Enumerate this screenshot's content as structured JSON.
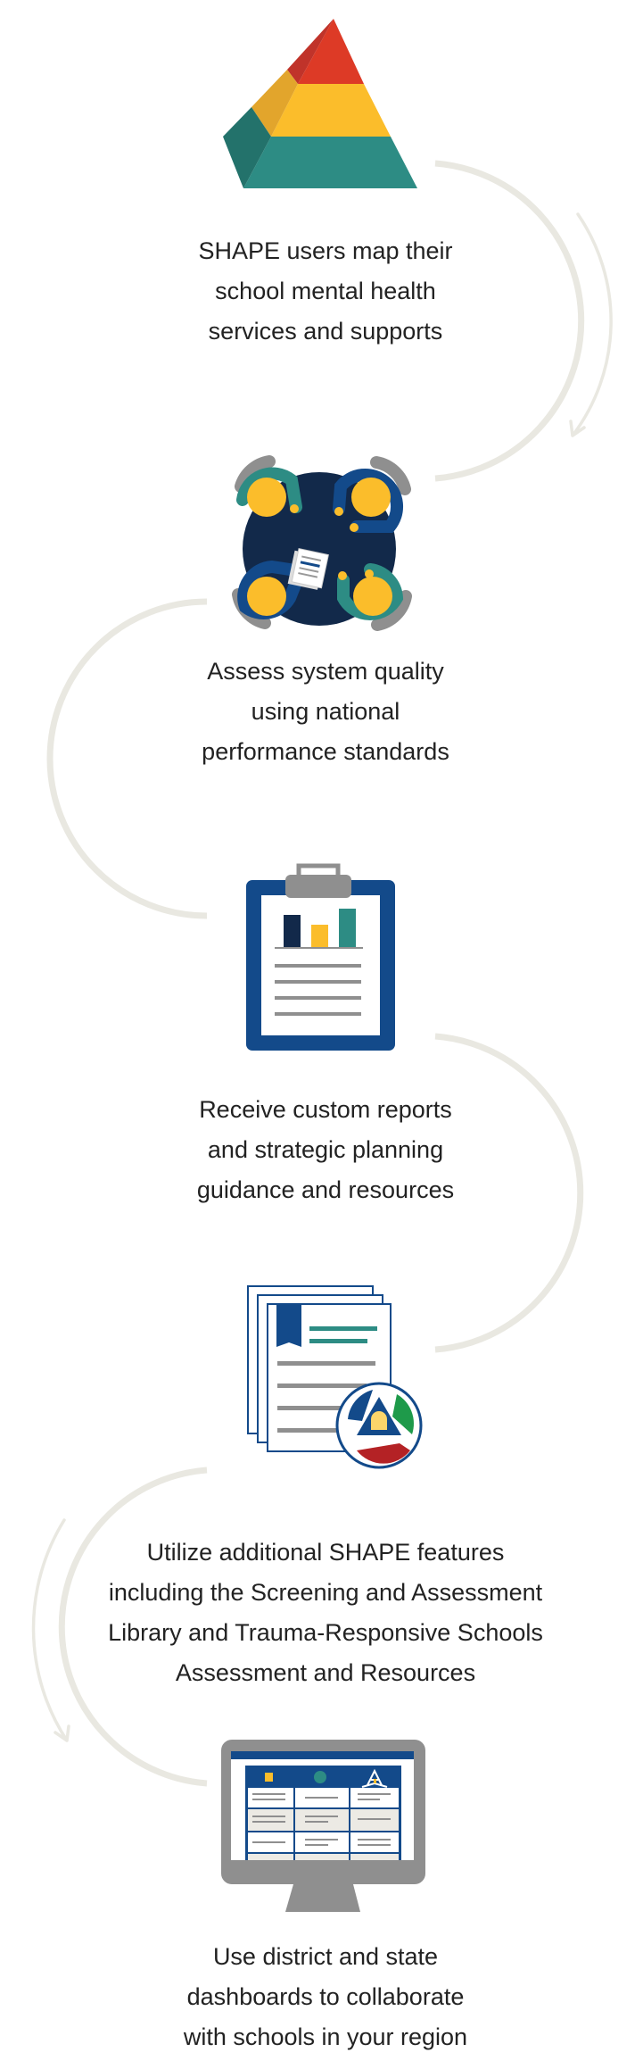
{
  "steps": [
    {
      "icon": "pyramid-icon",
      "lines": [
        "SHAPE users map their",
        "school mental health",
        "services and supports"
      ]
    },
    {
      "icon": "team-meeting-icon",
      "lines": [
        "Assess system quality",
        "using national",
        "performance standards"
      ]
    },
    {
      "icon": "clipboard-report-icon",
      "lines": [
        "Receive custom reports",
        "and strategic planning",
        "guidance and resources"
      ]
    },
    {
      "icon": "documents-library-icon",
      "lines": [
        "Utilize additional SHAPE features",
        "including the Screening and Assessment",
        "Library and Trauma-Responsive Schools",
        "Assessment and Resources"
      ]
    },
    {
      "icon": "dashboard-monitor-icon",
      "lines": [
        "Use district and state",
        "dashboards to collaborate",
        "with schools in your region"
      ]
    }
  ],
  "colors": {
    "navy": "#12294a",
    "blue": "#134a8a",
    "teal": "#2d8c84",
    "yellow": "#fbbd2b",
    "red": "#dd3a26",
    "gray": "#8f8f8f",
    "connector": "#e9e8e1",
    "text": "#222222"
  }
}
